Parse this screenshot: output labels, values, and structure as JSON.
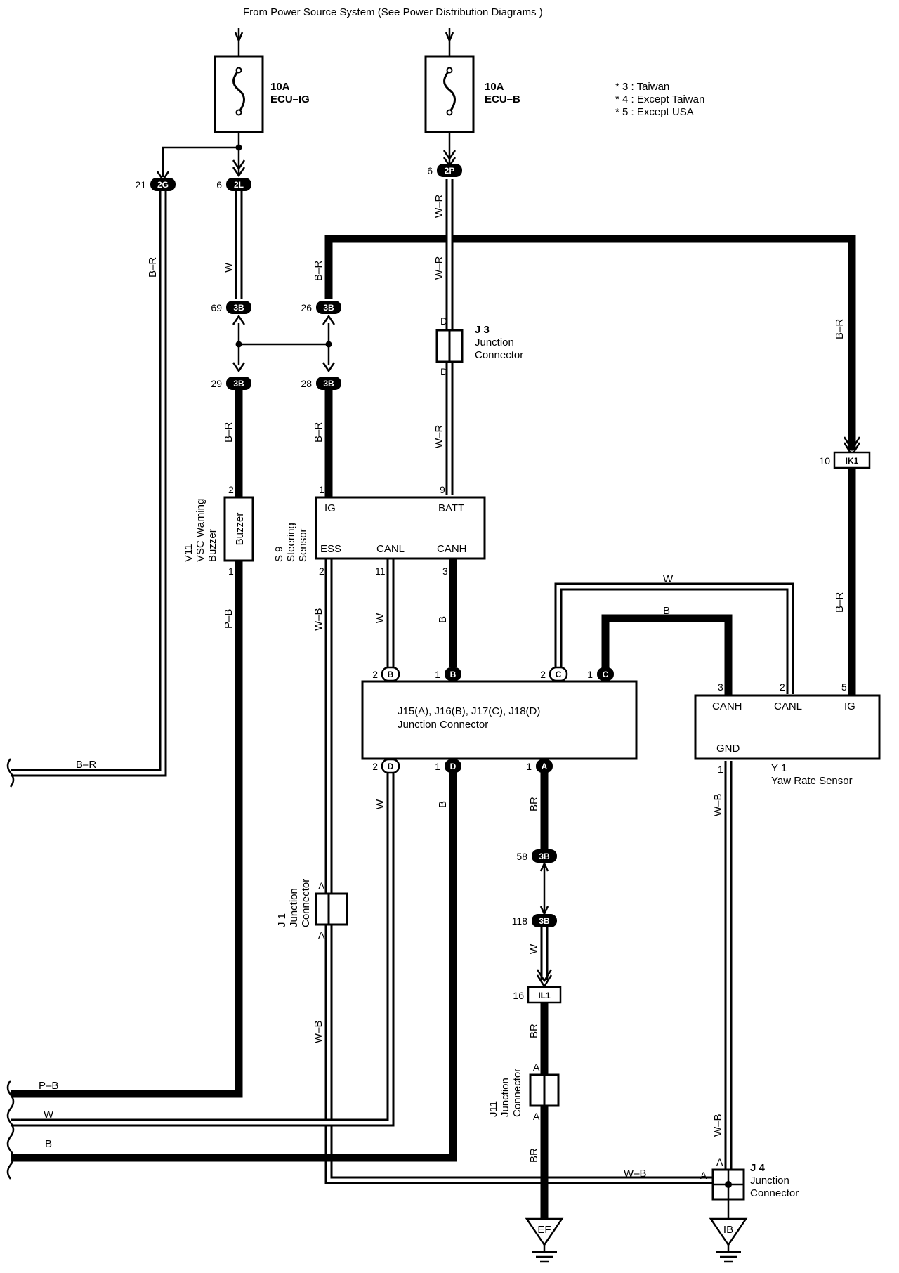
{
  "header": {
    "source_note": "From Power Source System (See Power Distribution Diagrams )"
  },
  "notes": [
    "* 3 : Taiwan",
    "* 4 : Except Taiwan",
    "* 5 : Except USA"
  ],
  "fuses": [
    {
      "rating": "10A",
      "name": "ECU–IG"
    },
    {
      "rating": "10A",
      "name": "ECU–B"
    }
  ],
  "connectors": {
    "c2G": {
      "pin": "21",
      "id": "2G"
    },
    "c2L": {
      "pin": "6",
      "id": "2L"
    },
    "c2P": {
      "pin": "6",
      "id": "2P"
    },
    "c3B_69": {
      "pin": "69",
      "id": "3B"
    },
    "c3B_26": {
      "pin": "26",
      "id": "3B"
    },
    "c3B_29": {
      "pin": "29",
      "id": "3B"
    },
    "c3B_28": {
      "pin": "28",
      "id": "3B"
    },
    "cIK1": {
      "pin": "10",
      "id": "IK1"
    },
    "c3B_58": {
      "pin": "58",
      "id": "3B"
    },
    "c3B_118": {
      "pin": "118",
      "id": "3B"
    },
    "cIL1": {
      "pin": "16",
      "id": "IL1"
    },
    "jB2": {
      "pin": "2",
      "id": "B"
    },
    "jB1": {
      "pin": "1",
      "id": "B"
    },
    "jC2": {
      "pin": "2",
      "id": "C"
    },
    "jC1": {
      "pin": "1",
      "id": "C"
    },
    "jD2": {
      "pin": "2",
      "id": "D"
    },
    "jD1": {
      "pin": "1",
      "id": "D"
    },
    "jA1": {
      "pin": "1",
      "id": "A"
    }
  },
  "wire_colors": {
    "b_r": "B–R",
    "w": "W",
    "w_r": "W–R",
    "b": "B",
    "p_b": "P–B",
    "w_b": "W–B",
    "br": "BR"
  },
  "components": {
    "j3": {
      "id": "J 3",
      "name_line1": "Junction",
      "name_line2": "Connector",
      "pin_top": "D",
      "pin_bottom": "D"
    },
    "buzzer": {
      "inside": "Buzzer",
      "id": "V11",
      "name_line1": "VSC Warning",
      "name_line2": "Buzzer",
      "pin_top": "2",
      "pin_bottom": "1"
    },
    "steering": {
      "id": "S 9",
      "name_line1": "Steering",
      "name_line2": "Sensor",
      "t_ig": "IG",
      "t_batt": "BATT",
      "t_ess": "ESS",
      "t_canl": "CANL",
      "t_canh": "CANH",
      "p_ig": "1",
      "p_batt": "9",
      "p_ess": "2",
      "p_canl": "11",
      "p_canh": "3"
    },
    "jc_main": {
      "line1": "J15(A), J16(B), J17(C), J18(D)",
      "line2": "Junction Connector"
    },
    "yaw": {
      "id": "Y 1",
      "name": "Yaw Rate Sensor",
      "t_canh": "CANH",
      "t_canl": "CANL",
      "t_ig": "IG",
      "t_gnd": "GND",
      "p_canh": "3",
      "p_canl": "2",
      "p_ig": "5",
      "p_gnd": "1"
    },
    "j1": {
      "id": "J 1",
      "name_line1": "Junction",
      "name_line2": "Connector",
      "pin_top": "A",
      "pin_bottom": "A"
    },
    "j11": {
      "id": "J11",
      "name_line1": "Junction",
      "name_line2": "Connector",
      "pin_top": "A",
      "pin_bottom": "A"
    },
    "j4": {
      "id": "J 4",
      "name_line1": "Junction",
      "name_line2": "Connector",
      "pin_top": "A",
      "pin_left": "A"
    }
  },
  "grounds": {
    "ef": "EF",
    "ib": "IB"
  }
}
